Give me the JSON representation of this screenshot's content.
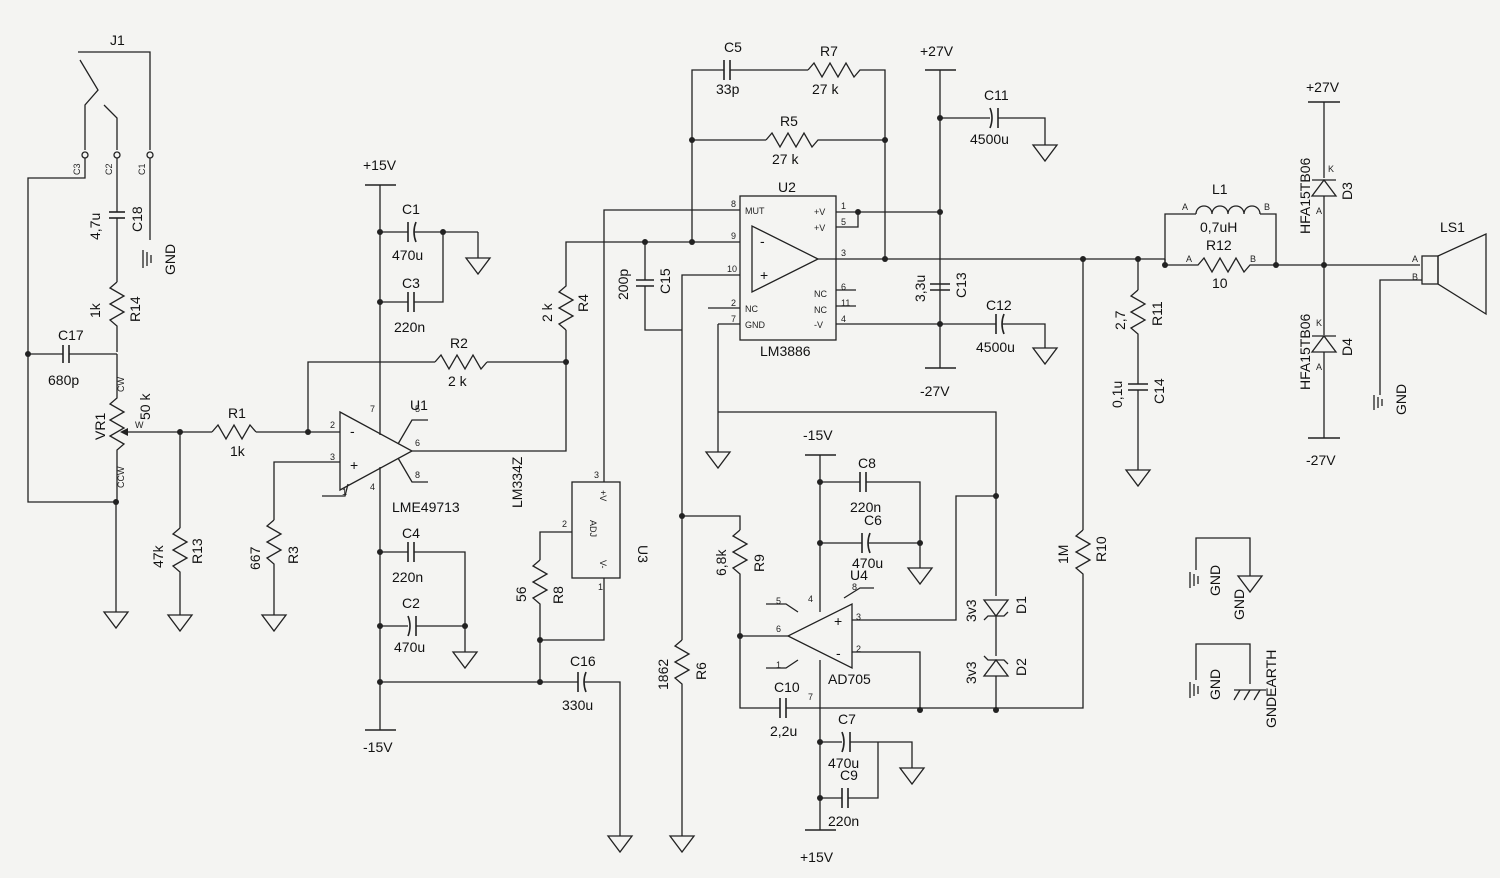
{
  "connector": {
    "ref": "J1",
    "pins": [
      "C3",
      "C2",
      "C1"
    ]
  },
  "rails": {
    "pos15": "+15V",
    "neg15": "-15V",
    "pos27": "+27V",
    "neg27": "-27V",
    "neg15_b": "-15V",
    "pos15_b": "+15V",
    "pos27_b": "+27V",
    "neg27_b": "-27V"
  },
  "ground_labels": {
    "gnd1": "GND",
    "gnd2": "GND",
    "gnd3": "GND",
    "gnd4": "GND",
    "gnd5": "GND",
    "gndearth": "GNDEARTH"
  },
  "ics": {
    "u1": {
      "ref": "U1",
      "part": "LME49713",
      "minus": "-",
      "plus": "+",
      "pins": {
        "p2": "2",
        "p3": "3",
        "p7": "7",
        "p4": "4",
        "p5": "5",
        "p6": "6",
        "p8": "8",
        "p1": "1"
      }
    },
    "u2": {
      "ref": "U2",
      "part": "LM3886",
      "mut": "MUT",
      "vp1": "+V",
      "vp2": "+V",
      "nc1": "NC",
      "nc2": "NC",
      "nc3": "NC",
      "nc4": "NC",
      "gnd": "GND",
      "vm": "-V",
      "minus": "-",
      "plus": "+",
      "pins": {
        "p8": "8",
        "p9": "9",
        "p10": "10",
        "p2": "2",
        "p7": "7",
        "p1": "1",
        "p5": "5",
        "p3": "3",
        "p6": "6",
        "p11": "11",
        "p4": "4"
      }
    },
    "u3": {
      "ref": "U3",
      "part": "LM334Z",
      "adj": "ADJ",
      "vp": "+V",
      "vm": "V-",
      "pins": {
        "p3": "3",
        "p2": "2",
        "p1": "1"
      }
    },
    "u4": {
      "ref": "U4",
      "part": "AD705",
      "minus": "-",
      "plus": "+",
      "pins": {
        "p5": "5",
        "p6": "6",
        "p1": "1",
        "p4": "4",
        "p8": "8",
        "p3": "3",
        "p2": "2",
        "p7": "7"
      }
    }
  },
  "parts": {
    "c18": {
      "ref": "C18",
      "val": "4,7u"
    },
    "r14": {
      "ref": "R14",
      "val": "1k"
    },
    "c17": {
      "ref": "C17",
      "val": "680p"
    },
    "vr1": {
      "ref": "VR1",
      "val": "50 k",
      "cw": "CW",
      "ccw": "CCW",
      "w": "W"
    },
    "r1": {
      "ref": "R1",
      "val": "1k"
    },
    "r13": {
      "ref": "R13",
      "val": "47k"
    },
    "r3": {
      "ref": "R3",
      "val": "667"
    },
    "c1": {
      "ref": "C1",
      "val": "470u"
    },
    "c3": {
      "ref": "C3",
      "val": "220n"
    },
    "r2": {
      "ref": "R2",
      "val": "2 k"
    },
    "c4": {
      "ref": "C4",
      "val": "220n"
    },
    "c2": {
      "ref": "C2",
      "val": "470u"
    },
    "c16": {
      "ref": "C16",
      "val": "330u"
    },
    "r4": {
      "ref": "R4",
      "val": "2 k"
    },
    "r8": {
      "ref": "R8",
      "val": "56"
    },
    "c15": {
      "ref": "C15",
      "val": "200p"
    },
    "c5": {
      "ref": "C5",
      "val": "33p"
    },
    "r7": {
      "ref": "R7",
      "val": "27 k"
    },
    "r5": {
      "ref": "R5",
      "val": "27 k"
    },
    "c11": {
      "ref": "C11",
      "val": "4500u"
    },
    "c13": {
      "ref": "C13",
      "val": "3,3u"
    },
    "c12": {
      "ref": "C12",
      "val": "4500u"
    },
    "r6": {
      "ref": "R6",
      "val": "1862"
    },
    "r9": {
      "ref": "R9",
      "val": "6,8k"
    },
    "c8": {
      "ref": "C8",
      "val": "220n"
    },
    "c6": {
      "ref": "C6",
      "val": "470u"
    },
    "c10": {
      "ref": "C10",
      "val": "2,2u"
    },
    "c7": {
      "ref": "C7",
      "val": "470u"
    },
    "c9": {
      "ref": "C9",
      "val": "220n"
    },
    "d1": {
      "ref": "D1",
      "val": "3v3"
    },
    "d2": {
      "ref": "D2",
      "val": "3v3"
    },
    "r10": {
      "ref": "R10",
      "val": "1M"
    },
    "r11": {
      "ref": "R11",
      "val": "2,7"
    },
    "c14": {
      "ref": "C14",
      "val": "0,1u"
    },
    "l1": {
      "ref": "L1",
      "val": "0,7uH"
    },
    "r12": {
      "ref": "R12",
      "val": "10"
    },
    "d3": {
      "ref": "D3",
      "val": "HFA15TB06"
    },
    "d4": {
      "ref": "D4",
      "val": "HFA15TB06"
    },
    "ls1": {
      "ref": "LS1"
    }
  },
  "pin_labels": {
    "one": "1",
    "two": "2",
    "a": "A",
    "b": "B",
    "k": "K"
  }
}
